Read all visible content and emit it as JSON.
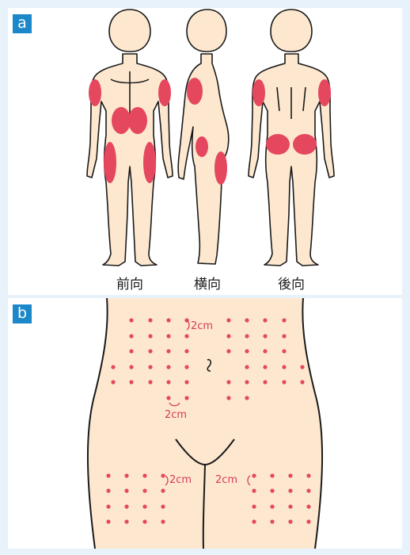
{
  "panels": {
    "a": {
      "badge": "a",
      "labels": {
        "front": "前向",
        "side": "横向",
        "back": "後向"
      }
    },
    "b": {
      "badge": "b",
      "measure_top": "2cm",
      "measure_mid": "2cm",
      "measure_left_thigh": "2cm",
      "measure_right_thigh": "2cm"
    }
  },
  "colors": {
    "skin": "#fde8cf",
    "outline": "#1a1a1a",
    "injection_site": "#e5475f",
    "dot": "#e5475f",
    "badge": "#1c88c9",
    "background": "#e8f2fb"
  }
}
